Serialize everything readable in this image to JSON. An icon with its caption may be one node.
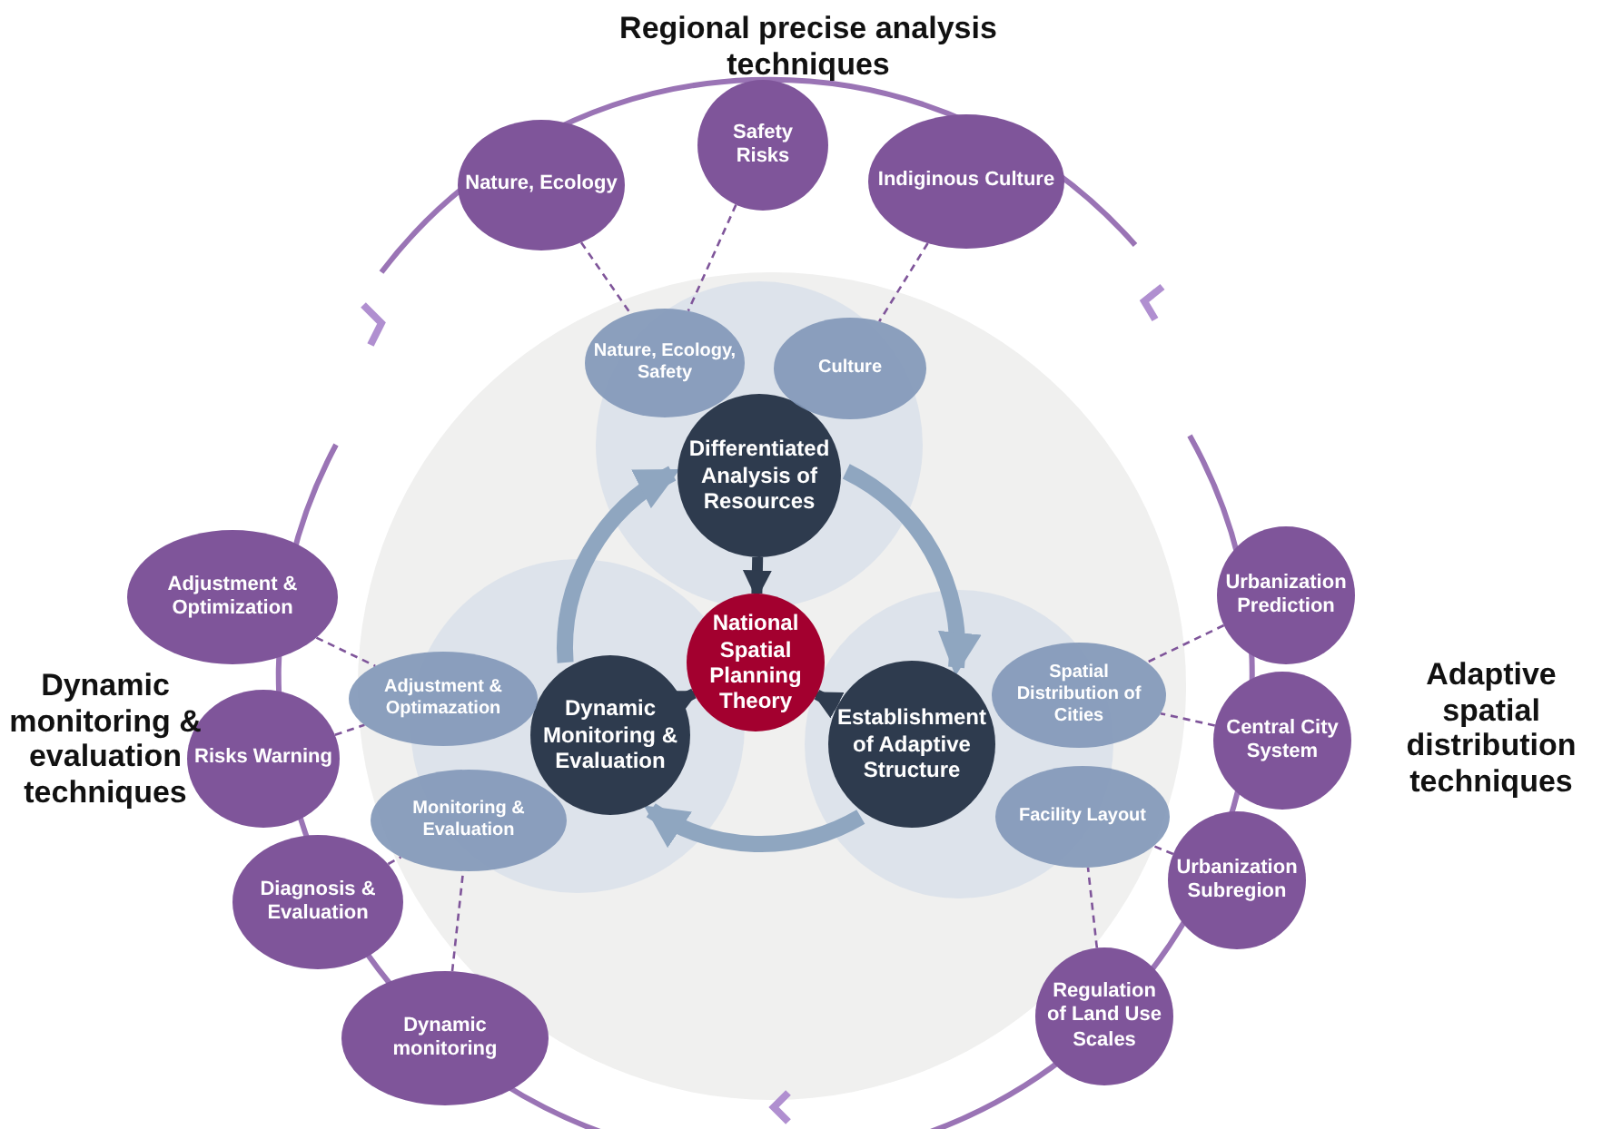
{
  "diagram": {
    "nodes": [
      {
        "text": [
          "National Spatial Planning Theory"
        ]
      },
      {
        "text": [
          "Differentiated Analysis of Resources"
        ]
      },
      {
        "text": [
          "Establishment of Adaptive Structure"
        ]
      },
      {
        "text": [
          "Dynamic Monitoring & Evaluation"
        ]
      },
      {
        "text": [
          "Nature, Ecology, Safety"
        ]
      },
      {
        "text": [
          "Culture"
        ]
      },
      {
        "text": [
          "Spatial Distribution of Cities"
        ]
      },
      {
        "text": [
          "Facility Layout"
        ]
      },
      {
        "text": [
          "Adjustment & Optimazation"
        ]
      },
      {
        "text": [
          "Monitoring & Evaluation"
        ]
      },
      {
        "text": [
          "Nature, Ecology"
        ]
      },
      {
        "text": [
          "Safety Risks"
        ]
      },
      {
        "text": [
          "Indiginous Culture"
        ]
      },
      {
        "text": [
          "Urbanization Prediction"
        ]
      },
      {
        "text": [
          "Central City System"
        ]
      },
      {
        "text": [
          "Urbanization Subregion"
        ]
      },
      {
        "text": [
          "Regulation of Land Use Scales"
        ]
      },
      {
        "text": [
          "Adjustment & Optimization"
        ]
      },
      {
        "text": [
          "Risks Warning"
        ]
      },
      {
        "text": [
          "Diagnosis & Evaluation"
        ]
      },
      {
        "text": [
          "Dynamic monitoring"
        ]
      }
    ],
    "edges": [
      {
        "from": 1,
        "to": 2,
        "arrow": "to",
        "style": "thick",
        "color": "#8fa6c0"
      },
      {
        "from": 2,
        "to": 3,
        "arrow": "to",
        "style": "thick",
        "color": "#8fa6c0"
      },
      {
        "from": 3,
        "to": 1,
        "arrow": "to",
        "style": "thick",
        "color": "#8fa6c0"
      },
      {
        "from": 1,
        "to": 0,
        "arrow": "to",
        "style": "thick",
        "color": "#2e3b4e"
      },
      {
        "from": 2,
        "to": 0,
        "arrow": "to",
        "style": "thick",
        "color": "#2e3b4e"
      },
      {
        "from": 3,
        "to": 0,
        "arrow": "to",
        "style": "thick",
        "color": "#2e3b4e"
      },
      {
        "from": 10,
        "to": 4,
        "arrow": "none",
        "style": "dashed"
      },
      {
        "from": 11,
        "to": 4,
        "arrow": "none",
        "style": "dashed"
      },
      {
        "from": 12,
        "to": 5,
        "arrow": "none",
        "style": "dashed"
      },
      {
        "from": 13,
        "to": 6,
        "arrow": "none",
        "style": "dashed"
      },
      {
        "from": 14,
        "to": 6,
        "arrow": "none",
        "style": "dashed"
      },
      {
        "from": 15,
        "to": 7,
        "arrow": "none",
        "style": "dashed"
      },
      {
        "from": 16,
        "to": 7,
        "arrow": "none",
        "style": "dashed"
      },
      {
        "from": 17,
        "to": 8,
        "arrow": "none",
        "style": "dashed"
      },
      {
        "from": 18,
        "to": 8,
        "arrow": "none",
        "style": "dashed"
      },
      {
        "from": 19,
        "to": 9,
        "arrow": "none",
        "style": "dashed"
      },
      {
        "from": 20,
        "to": 9,
        "arrow": "none",
        "style": "dashed"
      }
    ],
    "labels": [
      "Regional precise analysis techniques",
      "Dynamic monitoring & evaluation techniques",
      "Adaptive spatial distribution techniques"
    ]
  }
}
